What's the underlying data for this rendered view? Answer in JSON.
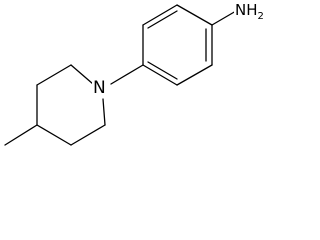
{
  "molecule": {
    "ring_nitrogen_label": "N",
    "amine_label_main": "NH",
    "amine_label_subscript": "2"
  },
  "colors": {
    "bond": "#000000",
    "background": "#ffffff"
  }
}
